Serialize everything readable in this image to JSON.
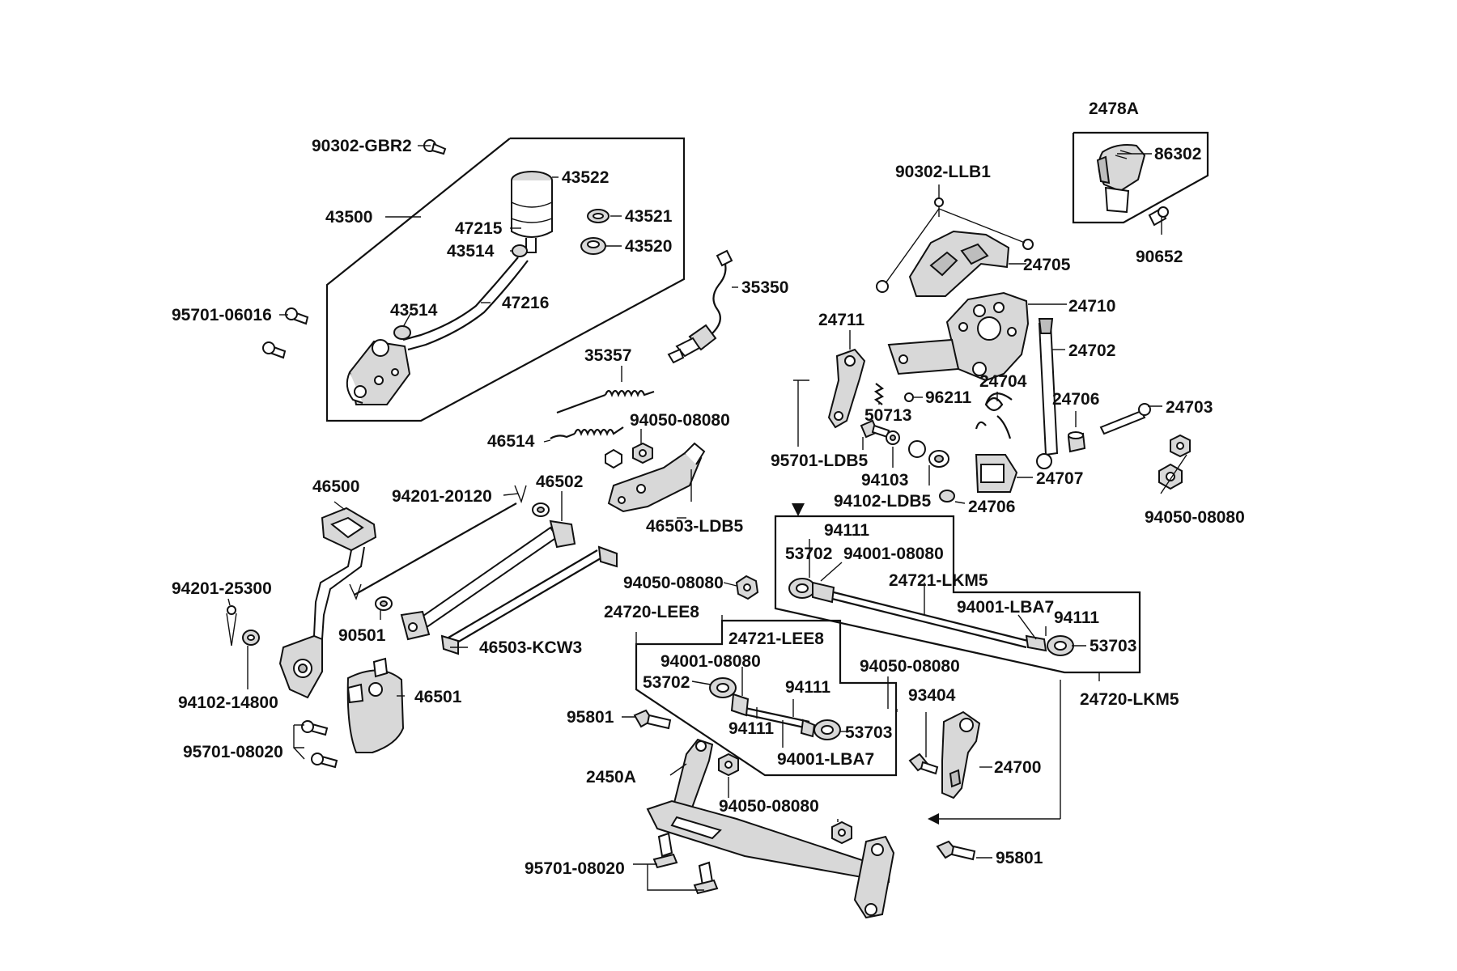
{
  "parts": {
    "p2478A": "2478A",
    "p86302": "86302",
    "p90652": "90652",
    "p90302_GBR2": "90302-GBR2",
    "p43522": "43522",
    "p43521": "43521",
    "p43520": "43520",
    "p43500": "43500",
    "p47215": "47215",
    "p43514a": "43514",
    "p43514b": "43514",
    "p47216": "47216",
    "p95701_06016": "95701-06016",
    "p35350": "35350",
    "p35357": "35357",
    "p46514": "46514",
    "p94050_08080a": "94050-08080",
    "p46500": "46500",
    "p94201_20120": "94201-20120",
    "p46502": "46502",
    "p46503_LDB5": "46503-LDB5",
    "p94201_25300": "94201-25300",
    "p90501": "90501",
    "p46503_KCW3": "46503-KCW3",
    "p94102_14800": "94102-14800",
    "p46501": "46501",
    "p95701_08020a": "95701-08020",
    "p94050_08080b": "94050-08080",
    "p24720_LEE8": "24720-LEE8",
    "p24721_LEE8": "24721-LEE8",
    "p94001_08080a": "94001-08080",
    "p53702a": "53702",
    "p94111a": "94111",
    "p94111b": "94111",
    "p53703a": "53703",
    "p94001_LBA7a": "94001-LBA7",
    "p95801a": "95801",
    "p2450A": "2450A",
    "p94050_08080c": "94050-08080",
    "p95701_08020b": "95701-08020",
    "p90302_LLB1": "90302-LLB1",
    "p24705": "24705",
    "p24710": "24710",
    "p24711": "24711",
    "p24702": "24702",
    "p96211": "96211",
    "p50713": "50713",
    "p24704": "24704",
    "p24706a": "24706",
    "p24703": "24703",
    "p95701_LDB5": "95701-LDB5",
    "p94103": "94103",
    "p94102_LDB5": "94102-LDB5",
    "p24706b": "24706",
    "p24707": "24707",
    "p94050_08080d": "94050-08080",
    "p94111c": "94111",
    "p53702b": "53702",
    "p94001_08080b": "94001-08080",
    "p24721_LKM5": "24721-LKM5",
    "p94001_LBA7b": "94001-LBA7",
    "p94111d": "94111",
    "p53703b": "53703",
    "p24720_LKM5": "24720-LKM5",
    "p94050_08080e": "94050-08080",
    "p93404": "93404",
    "p24700": "24700",
    "p95801b": "95801"
  }
}
